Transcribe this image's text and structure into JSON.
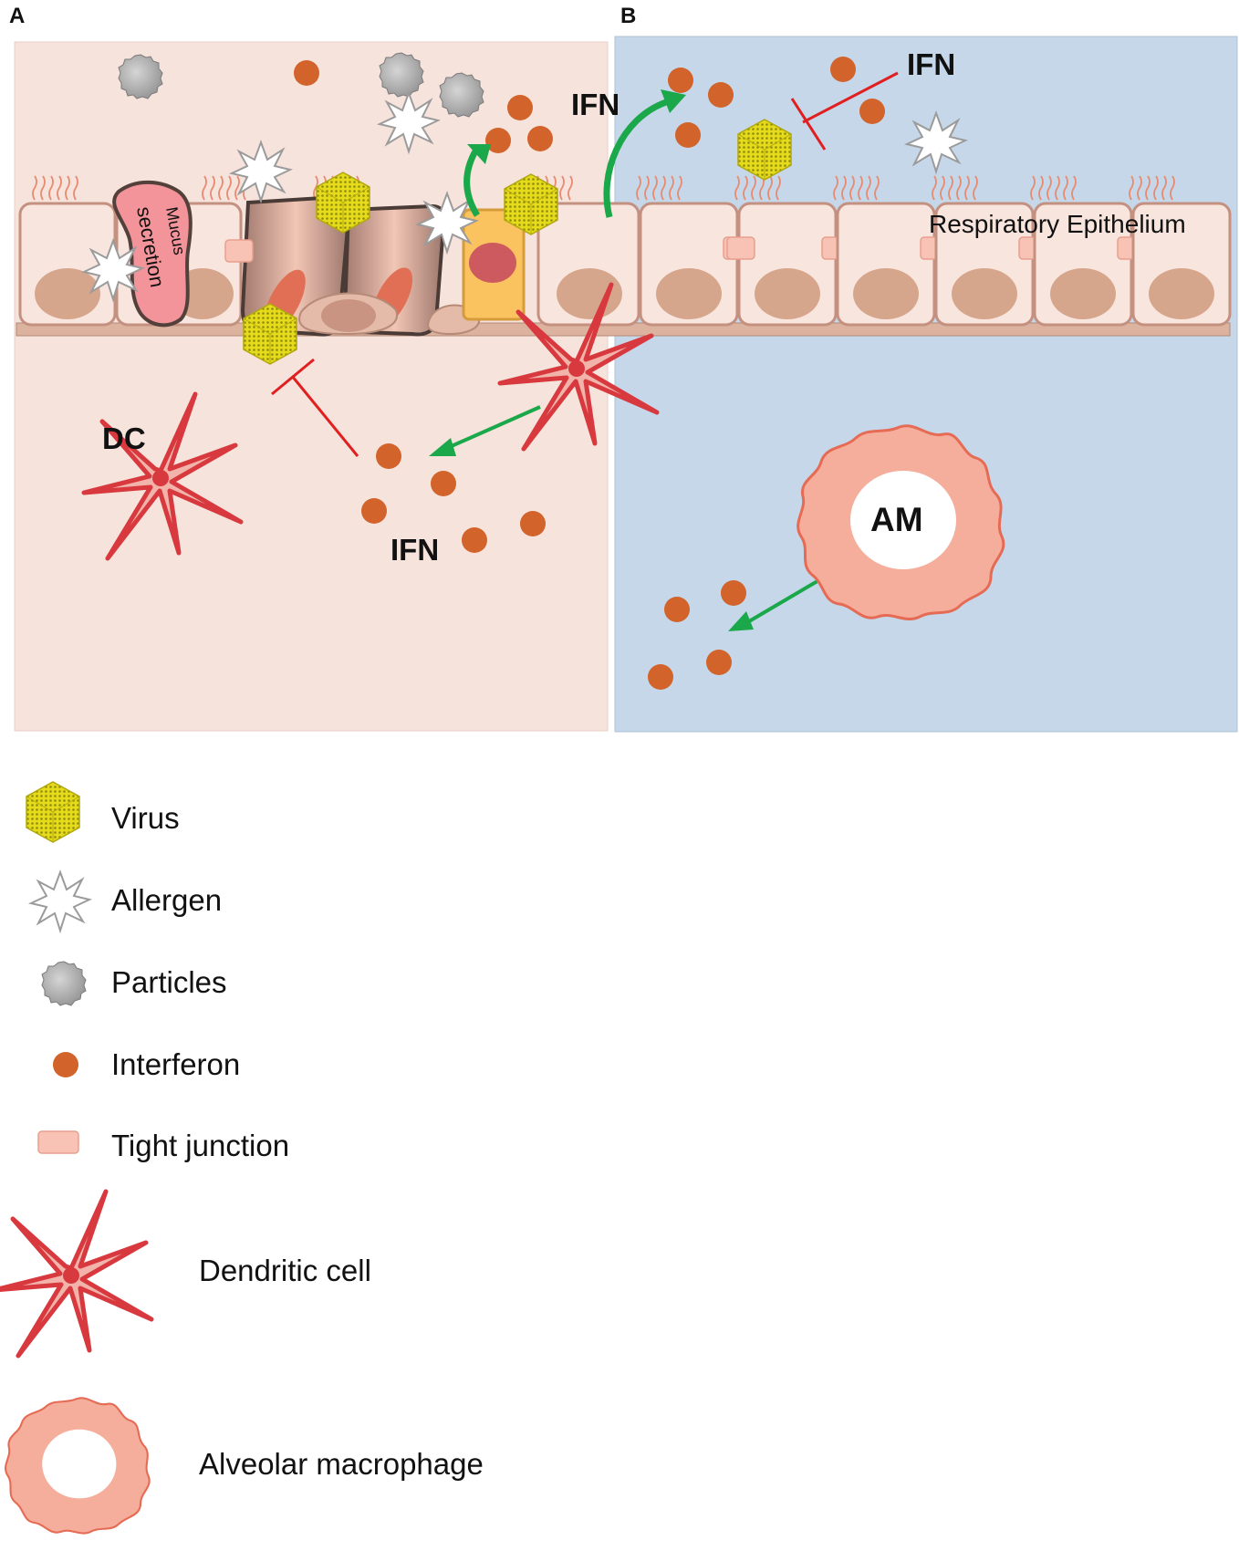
{
  "panels": {
    "a": {
      "label": "A",
      "background": "#f6e3dc"
    },
    "b": {
      "label": "B",
      "background": "#c5d7e8"
    }
  },
  "labels": {
    "mucus": "Mucus",
    "secretion": "secretion",
    "ifn_a_top": "IFN",
    "ifn_a_bottom": "IFN",
    "ifn_b_top": "IFN",
    "dc": "DC",
    "am": "AM",
    "respiratory_epithelium": "Respiratory Epithelium"
  },
  "legend": [
    {
      "icon": "virus-icon",
      "label": "Virus"
    },
    {
      "icon": "allergen-icon",
      "label": "Allergen"
    },
    {
      "icon": "particle-icon",
      "label": "Particles"
    },
    {
      "icon": "interferon-icon",
      "label": "Interferon"
    },
    {
      "icon": "tight-junction-icon",
      "label": "Tight junction"
    },
    {
      "icon": "dendritic-cell-icon",
      "label": "Dendritic cell"
    },
    {
      "icon": "alveolar-macrophage-icon",
      "label": "Alveolar macrophage"
    }
  ],
  "colors": {
    "interferon": "#d2632b",
    "virus": "#e1d617",
    "dendritic_cell": "#d8393f",
    "macrophage": "#f5ae9b",
    "activation_arrow": "#1aa84a",
    "inhibition": "#e02020",
    "tight_junction": "#f8c3b5",
    "cell_fill": "#f8e5de",
    "nucleus": "#d6a68c"
  }
}
